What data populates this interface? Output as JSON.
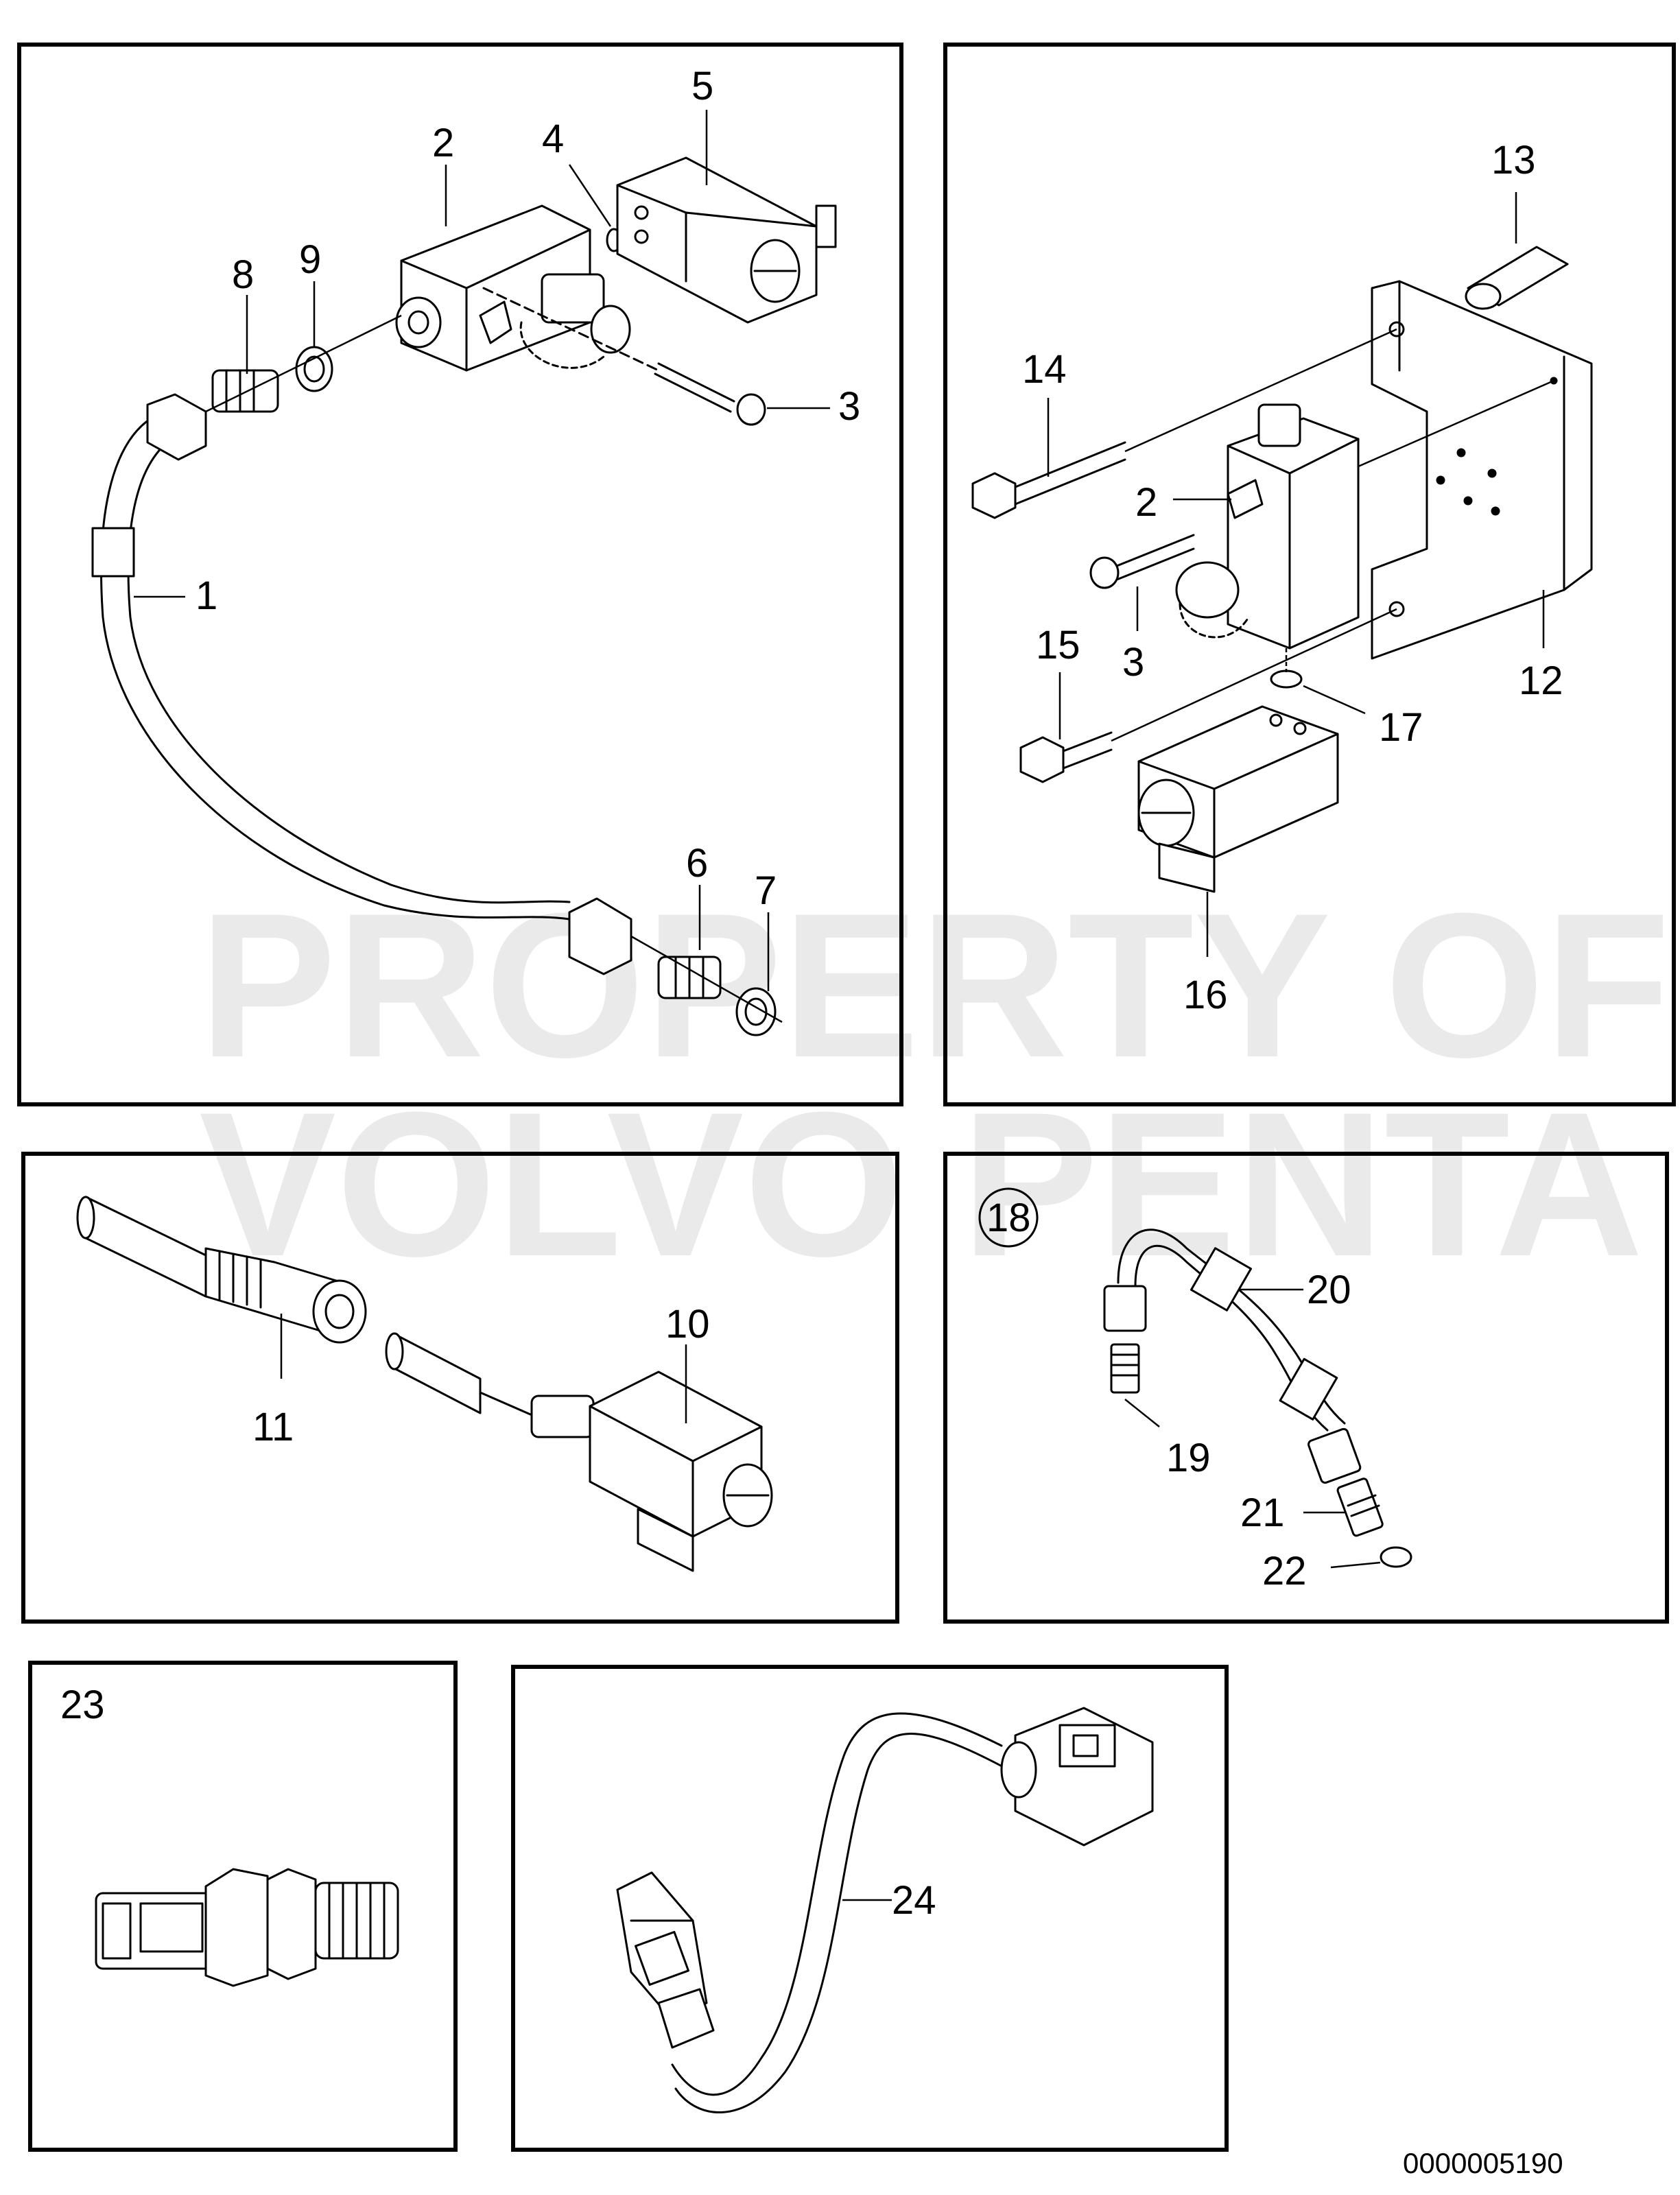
{
  "watermark": {
    "line1": "PROPERTY OF",
    "line2": "VOLVO PENTA"
  },
  "drawing_number": "0000005190",
  "panels": {
    "top_left": {
      "callouts": [
        "5",
        "2",
        "4",
        "8",
        "9",
        "3",
        "1",
        "6",
        "7"
      ]
    },
    "top_right": {
      "callouts": [
        "13",
        "14",
        "2",
        "3",
        "15",
        "12",
        "17",
        "16"
      ]
    },
    "mid_left": {
      "callouts": [
        "10",
        "11"
      ]
    },
    "mid_right": {
      "title_circle": "18",
      "callouts": [
        "20",
        "19",
        "21",
        "22"
      ]
    },
    "bottom_left": {
      "title": "23"
    },
    "bottom_right": {
      "callouts": [
        "24"
      ]
    }
  }
}
